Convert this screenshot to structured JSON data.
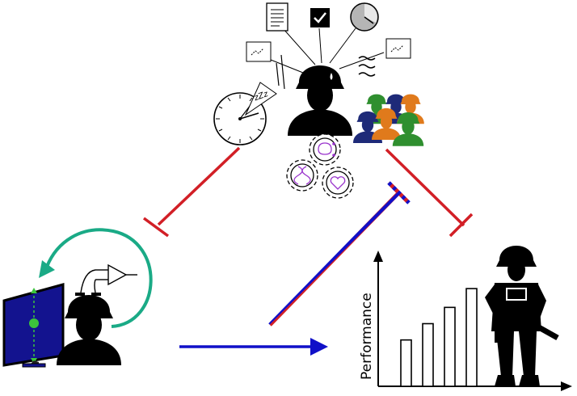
{
  "chart": {
    "y_label": "Performance",
    "bar_levels": [
      0.37,
      0.5,
      0.63,
      0.78
    ]
  },
  "annotations": {
    "sleep": "zZz"
  },
  "colors": {
    "inhibit": "#d21f26",
    "activate": "#1010c8",
    "feedback": "#1aaa86",
    "screen": "#13138f",
    "screen_dot": "#3cc43c",
    "silhouette": "#000000",
    "team_green": "#2f8f2f",
    "team_orange": "#e07a1c",
    "team_navy": "#1e2a78",
    "biomarker": "#9933cc"
  }
}
